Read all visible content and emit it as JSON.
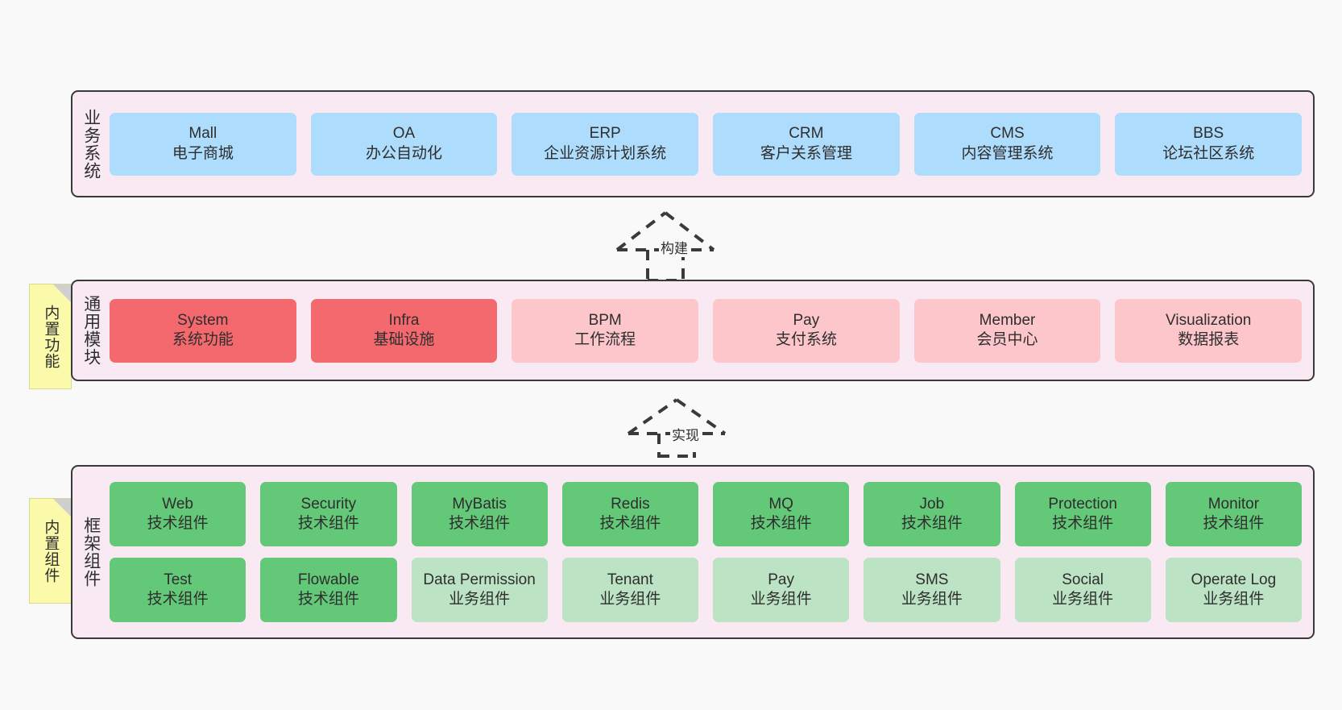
{
  "layers": {
    "business": {
      "title": "业务系统",
      "cards": [
        {
          "title": "Mall",
          "sub": "电子商城",
          "color": "#aedcfc"
        },
        {
          "title": "OA",
          "sub": "办公自动化",
          "color": "#aedcfc"
        },
        {
          "title": "ERP",
          "sub": "企业资源计划系统",
          "color": "#aedcfc"
        },
        {
          "title": "CRM",
          "sub": "客户关系管理",
          "color": "#aedcfc"
        },
        {
          "title": "CMS",
          "sub": "内容管理系统",
          "color": "#aedcfc"
        },
        {
          "title": "BBS",
          "sub": "论坛社区系统",
          "color": "#aedcfc"
        }
      ]
    },
    "common": {
      "title": "通用模块",
      "note": "内置功能",
      "cards": [
        {
          "title": "System",
          "sub": "系统功能",
          "color": "#f4696d"
        },
        {
          "title": "Infra",
          "sub": "基础设施",
          "color": "#f4696d"
        },
        {
          "title": "BPM",
          "sub": "工作流程",
          "color": "#fdc6cb"
        },
        {
          "title": "Pay",
          "sub": "支付系统",
          "color": "#fdc6cb"
        },
        {
          "title": "Member",
          "sub": "会员中心",
          "color": "#fdc6cb"
        },
        {
          "title": "Visualization",
          "sub": "数据报表",
          "color": "#fdc6cb"
        }
      ]
    },
    "framework": {
      "title": "框架组件",
      "note": "内置组件",
      "row_tech": [
        {
          "title": "Web",
          "sub": "技术组件",
          "color": "#63c878"
        },
        {
          "title": "Security",
          "sub": "技术组件",
          "color": "#63c878"
        },
        {
          "title": "MyBatis",
          "sub": "技术组件",
          "color": "#63c878"
        },
        {
          "title": "Redis",
          "sub": "技术组件",
          "color": "#63c878"
        },
        {
          "title": "MQ",
          "sub": "技术组件",
          "color": "#63c878"
        },
        {
          "title": "Job",
          "sub": "技术组件",
          "color": "#63c878"
        },
        {
          "title": "Protection",
          "sub": "技术组件",
          "color": "#63c878"
        },
        {
          "title": "Monitor",
          "sub": "技术组件",
          "color": "#63c878"
        }
      ],
      "row_business": [
        {
          "title": "Test",
          "sub": "技术组件",
          "color": "#63c878"
        },
        {
          "title": "Flowable",
          "sub": "技术组件",
          "color": "#63c878"
        },
        {
          "title": "Data Permission",
          "sub": "业务组件",
          "color": "#bce4c4",
          "wrap": true
        },
        {
          "title": "Tenant",
          "sub": "业务组件",
          "color": "#bce4c4"
        },
        {
          "title": "Pay",
          "sub": "业务组件",
          "color": "#bce4c4"
        },
        {
          "title": "SMS",
          "sub": "业务组件",
          "color": "#bce4c4"
        },
        {
          "title": "Social",
          "sub": "业务组件",
          "color": "#bce4c4"
        },
        {
          "title": "Operate Log",
          "sub": "业务组件",
          "color": "#bce4c4"
        }
      ]
    }
  },
  "connectors": {
    "build": {
      "label": "构建"
    },
    "implement": {
      "label": "实现"
    }
  },
  "theme": {
    "background": "#f9f9f9",
    "panel_fill": "#f8e9f3",
    "panel_border": "#3a3a3a",
    "note_fill": "#fafaaa",
    "note_fold": "#cfcfcf",
    "blue": "#aedcfc",
    "red": "#f4696d",
    "pink": "#fdc6cb",
    "green": "#63c878",
    "light_green": "#bce4c4",
    "text": "#2e2e2e"
  }
}
